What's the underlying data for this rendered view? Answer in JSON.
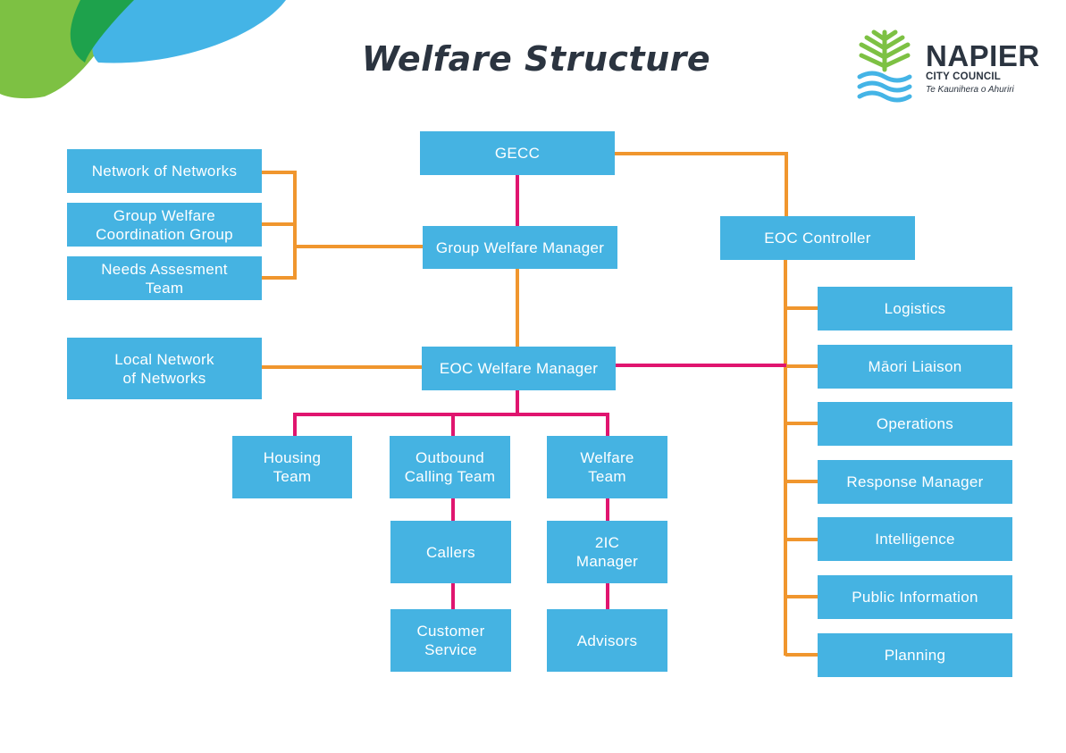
{
  "title": "Welfare Structure",
  "logo": {
    "name": "NAPIER",
    "subtitle": "CITY COUNCIL",
    "tagline": "Te Kaunihera o Ahuriri"
  },
  "colors": {
    "box": "#45b3e2",
    "orange_line": "#f0962e",
    "pink_line": "#e0156f",
    "text": "#2b3440"
  },
  "nodes": {
    "network_of_networks": "Network of Networks",
    "group_welfare_coordination_group": "Group Welfare\nCoordination Group",
    "needs_assessment_team": "Needs Assesment\nTeam",
    "local_network_of_networks": "Local Network\nof Networks",
    "gecc": "GECC",
    "group_welfare_manager": "Group Welfare Manager",
    "eoc_welfare_manager": "EOC Welfare Manager",
    "eoc_controller": "EOC Controller",
    "housing_team": "Housing\nTeam",
    "outbound_calling_team": "Outbound\nCalling Team",
    "welfare_team": "Welfare\nTeam",
    "callers": "Callers",
    "customer_service": "Customer\nService",
    "twoic_manager": "2IC\nManager",
    "advisors": "Advisors",
    "logistics": "Logistics",
    "maori_liaison": "Māori Liaison",
    "operations": "Operations",
    "response_manager": "Response Manager",
    "intelligence": "Intelligence",
    "public_information": "Public Information",
    "planning": "Planning"
  }
}
